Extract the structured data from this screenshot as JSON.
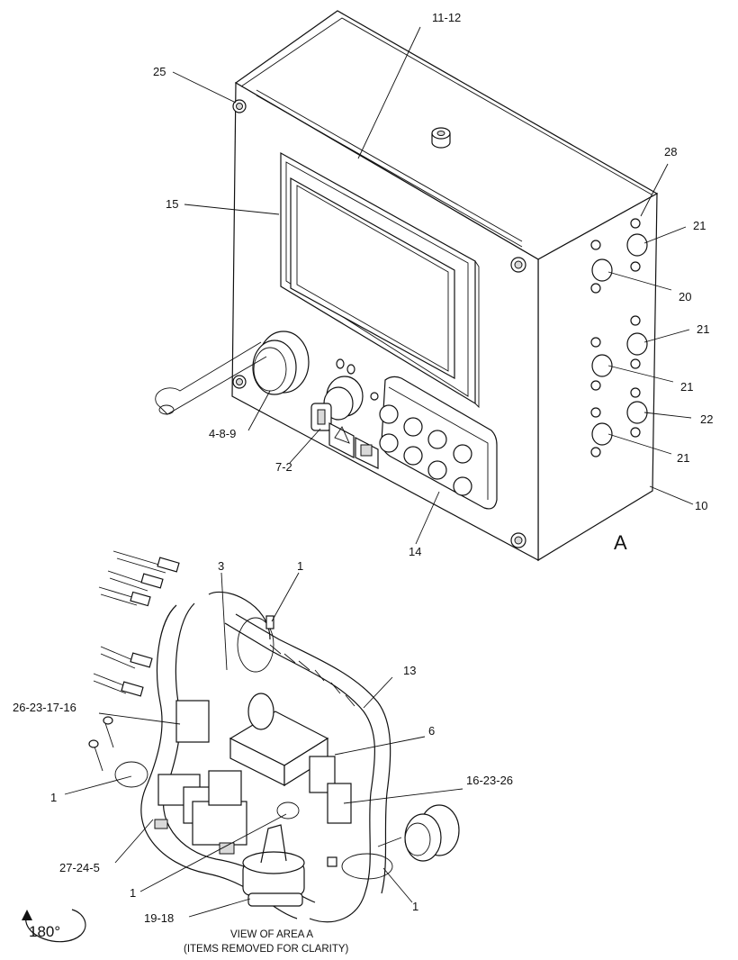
{
  "callouts": {
    "c11_12": "11-12",
    "c25": "25",
    "c15": "15",
    "c28": "28",
    "c21a": "21",
    "c20": "20",
    "c21b": "21",
    "c21c": "21",
    "c22": "22",
    "c21d": "21",
    "c10": "10",
    "c4_8_9": "4-8-9",
    "c7_2": "7-2",
    "c14": "14",
    "area_letter": "A",
    "c3": "3",
    "c1a": "1",
    "c13": "13",
    "c26_23_17_16": "26-23-17-16",
    "c6": "6",
    "c16_23_26": "16-23-26",
    "c1b": "1",
    "c27_24_5": "27-24-5",
    "c1c": "1",
    "c1d": "1",
    "c19_18": "19-18"
  },
  "caption": {
    "line1": "VIEW OF AREA  A",
    "line2": "(ITEMS REMOVED FOR CLARITY)"
  },
  "rotation": "180°"
}
